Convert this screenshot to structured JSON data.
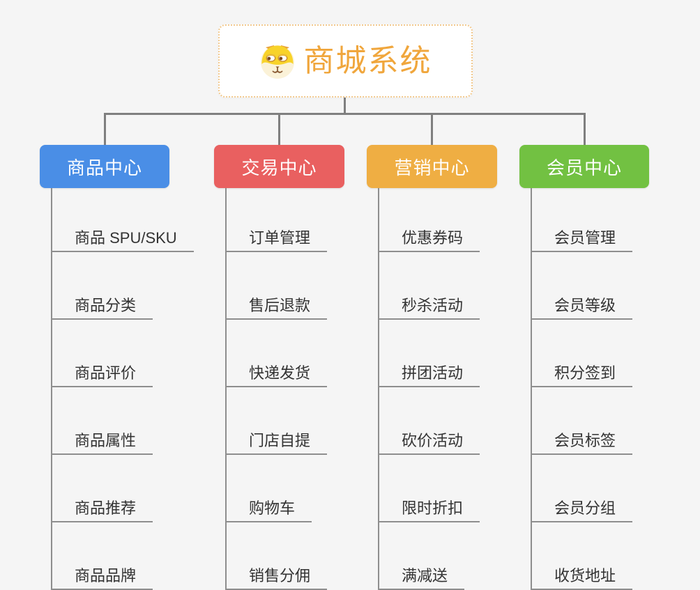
{
  "canvas": {
    "background": "#F5F5F5",
    "connector_color": "#7F7F7F",
    "subline_color": "#8E8E8E"
  },
  "root": {
    "title": "商城系统",
    "icon": "dog-face-icon",
    "text_color": "#F0A63C",
    "border_color": "#F2C98E",
    "background": "#FFFFFF"
  },
  "branches": [
    {
      "label": "商品中心",
      "color": "#4A8EE6",
      "children": [
        "商品 SPU/SKU",
        "商品分类",
        "商品评价",
        "商品属性",
        "商品推荐",
        "商品品牌"
      ]
    },
    {
      "label": "交易中心",
      "color": "#E96060",
      "children": [
        "订单管理",
        "售后退款",
        "快递发货",
        "门店自提",
        "购物车",
        "销售分佣"
      ]
    },
    {
      "label": "营销中心",
      "color": "#EFAE43",
      "children": [
        "优惠券码",
        "秒杀活动",
        "拼团活动",
        "砍价活动",
        "限时折扣",
        "满减送"
      ]
    },
    {
      "label": "会员中心",
      "color": "#72C142",
      "children": [
        "会员管理",
        "会员等级",
        "积分签到",
        "会员标签",
        "会员分组",
        "收货地址"
      ]
    }
  ]
}
